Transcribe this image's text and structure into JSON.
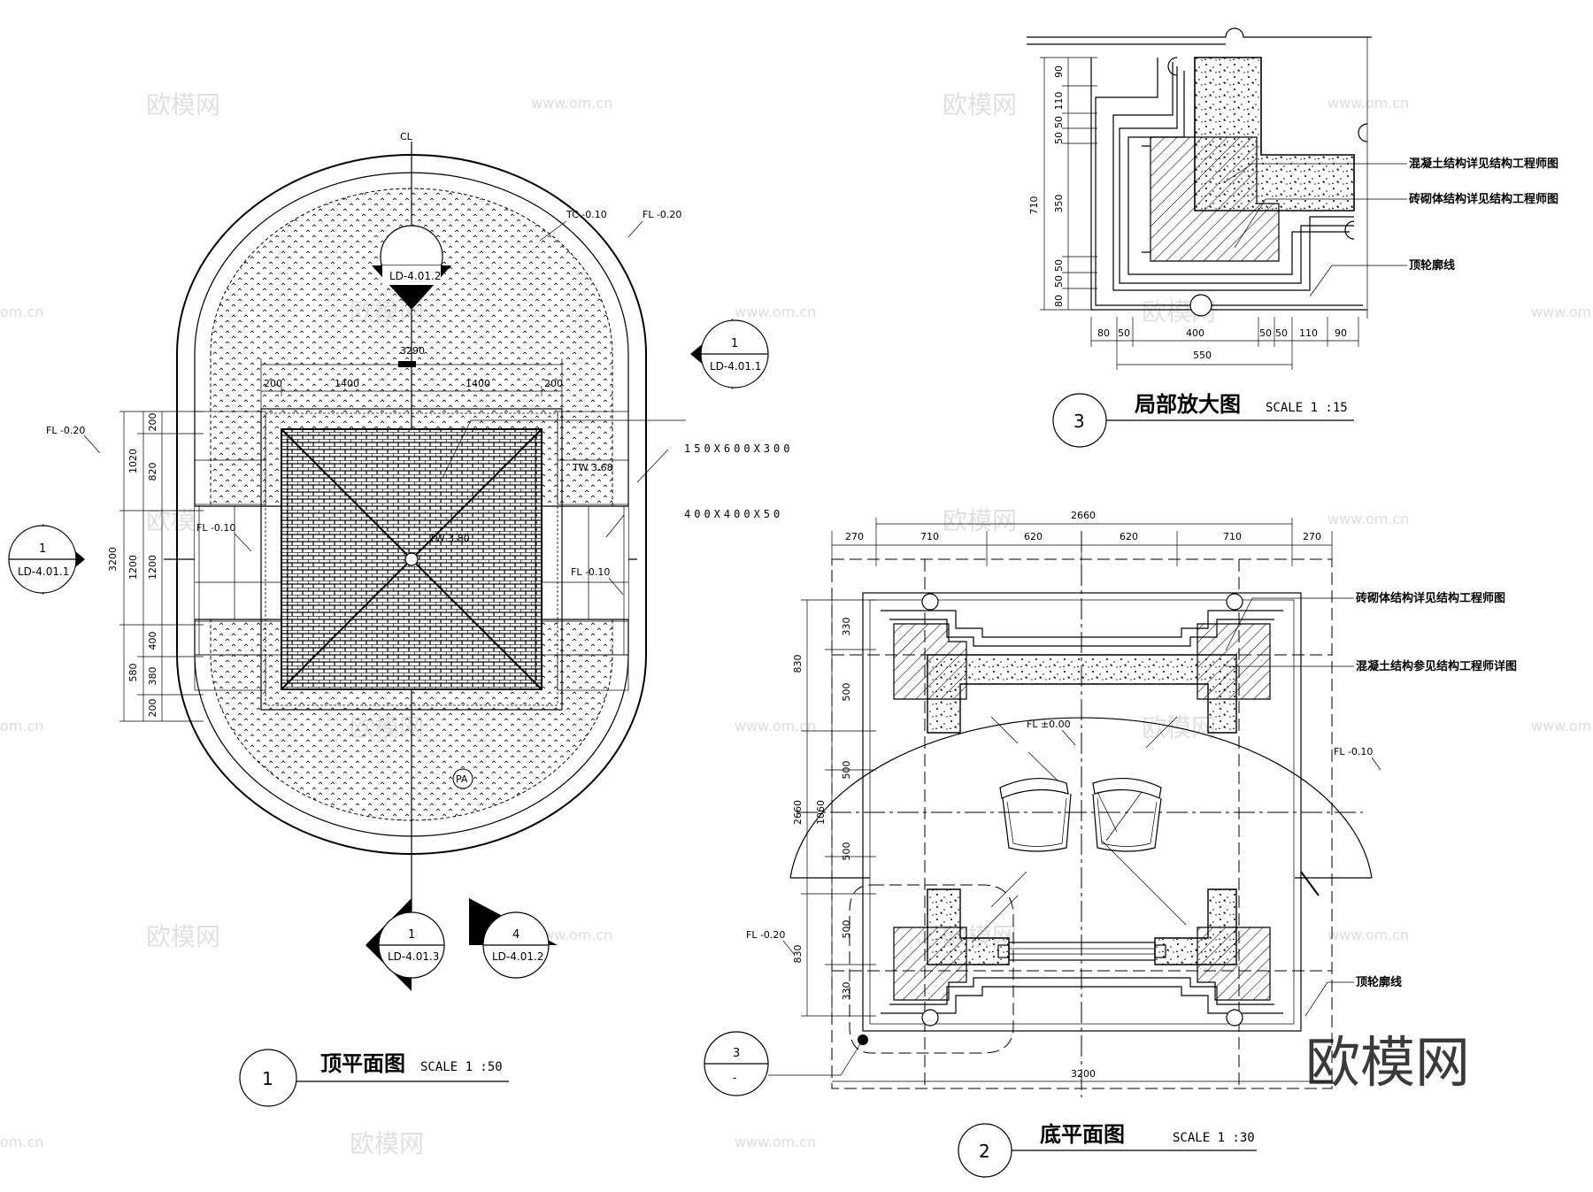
{
  "drawings": {
    "top_plan": {
      "title": "顶平面图",
      "scale": "SCALE 1 :50",
      "number": "1",
      "centerline": "CL",
      "levels": {
        "tc": "TC -0.10",
        "fl_top_right": "FL -0.20",
        "fl_left": "FL -0.20",
        "fl_mid_left": "FL -0.10",
        "fl_mid_right": "FL -0.10",
        "tw": "TW 3.68",
        "tw_center": "TW 3.80"
      },
      "specs": [
        "150X600X300",
        "400X400X50"
      ],
      "dims_top": {
        "overall": "3290",
        "parts": [
          "200",
          "1400",
          "1400",
          "200"
        ]
      },
      "dims_left_outer": [
        "1020",
        "1200",
        "580"
      ],
      "dims_left_total": "3200",
      "dims_left_inner": [
        "200",
        "820",
        "1200",
        "400",
        "380",
        "200"
      ],
      "pa_label": "PA",
      "refs": [
        {
          "num": "",
          "code": "LD-4.01.2"
        },
        {
          "num": "1",
          "code": "LD-4.01.1"
        },
        {
          "num": "1",
          "code": "LD-4.01.1"
        },
        {
          "num": "1",
          "code": "LD-4.01.3"
        },
        {
          "num": "4",
          "code": "LD-4.01.2"
        }
      ]
    },
    "detail": {
      "title": "局部放大图",
      "scale": "SCALE 1 :15",
      "number": "3",
      "dims_left": [
        "90",
        "110",
        "50",
        "50",
        "350",
        "50",
        "50",
        "80"
      ],
      "dims_left_total": "710",
      "dims_bottom": [
        "80",
        "50",
        "400",
        "50",
        "50",
        "110",
        "90"
      ],
      "dims_bottom_total": "550",
      "notes": [
        "混凝土结构详见结构工程师图",
        "砖砌体结构详见结构工程师图",
        "顶轮廓线"
      ]
    },
    "bottom_plan": {
      "title": "底平面图",
      "scale": "SCALE 1 :30",
      "number": "2",
      "dims_top_total": "2660",
      "dims_top": [
        "270",
        "710",
        "620",
        "620",
        "710",
        "270"
      ],
      "dims_left_outer": [
        "830",
        "2660",
        "830"
      ],
      "dims_left_inner": [
        "330",
        "500",
        "500",
        "1060",
        "500",
        "500",
        "330"
      ],
      "dims_bottom": "3200",
      "levels": {
        "fl_center": "FL ±0.00",
        "fl_right": "FL -0.10",
        "fl_left": "FL -0.20"
      },
      "notes": [
        "砖砌体结构详见结构工程师图",
        "混凝土结构参见结构工程师详图",
        "顶轮廓线"
      ],
      "callout": {
        "num": "3",
        "code": "-"
      }
    }
  },
  "watermark": {
    "brand": "欧模网",
    "url": "www.om.cn",
    "url_short": "om.cn"
  }
}
